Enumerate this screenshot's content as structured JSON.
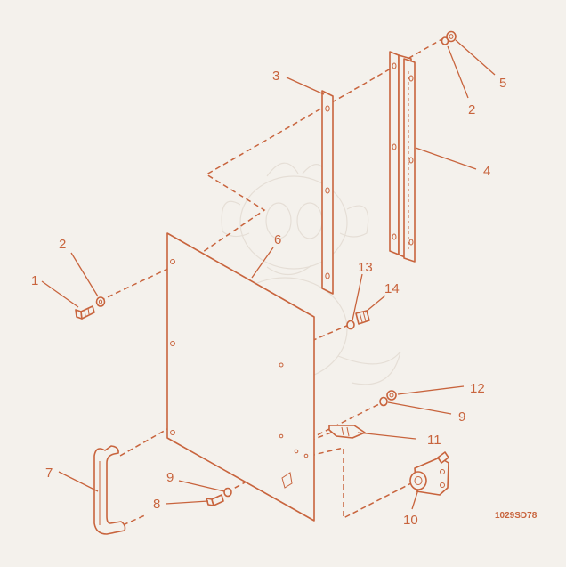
{
  "diagram": {
    "drawing_code": "1029SD78",
    "callouts": {
      "c1": "1",
      "c2a": "2",
      "c2b": "2",
      "c3": "3",
      "c4": "4",
      "c5": "5",
      "c6": "6",
      "c7": "7",
      "c8": "8",
      "c9a": "9",
      "c9b": "9",
      "c10": "10",
      "c11": "11",
      "c12": "12",
      "c13": "13",
      "c14": "14"
    },
    "colors": {
      "line": "#c8643d",
      "background": "#f4f1ec"
    }
  }
}
